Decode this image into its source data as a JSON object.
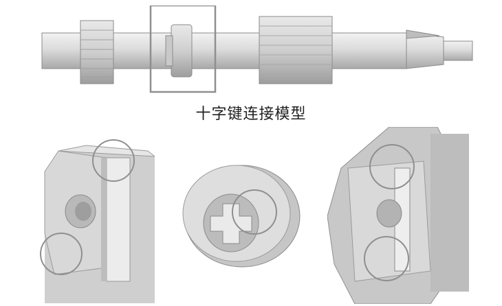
{
  "caption": "十字键连接模型",
  "colors": {
    "metal_light": "#ededed",
    "metal_mid": "#d2d2d2",
    "metal_dark": "#a8a8a8",
    "outline": "#7a7a7a",
    "highlight_box": "#8f8f8f"
  },
  "figure": {
    "top_view": "shaft-assembly",
    "details": [
      "shaft-end-keyway-detail",
      "coupling-sleeve-cross-slot-detail",
      "sprocket-hub-key-detail"
    ]
  }
}
